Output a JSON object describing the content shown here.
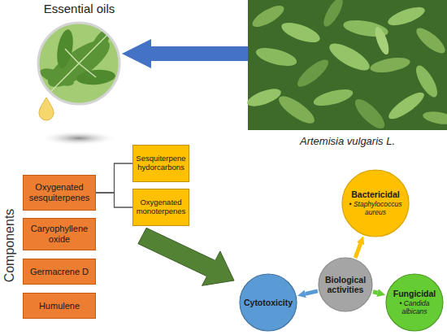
{
  "diagram": {
    "nodes": [
      {
        "text": [
          "Essential oils"
        ]
      },
      {
        "text": [
          "Artemisia vulgaris L."
        ]
      },
      {
        "text": [
          "Oxygenated sesquiterpenes"
        ]
      },
      {
        "text": [
          "Sesquiterpene hydorcarbons"
        ]
      },
      {
        "text": [
          "Oxygenated monoterpenes"
        ]
      },
      {
        "text": [
          "Caryophyllene oxide"
        ]
      },
      {
        "text": [
          "Germacrene D"
        ]
      },
      {
        "text": [
          "Humulene"
        ]
      },
      {
        "text": [
          "Bactericidal",
          "• Staphylococcus aureus"
        ]
      },
      {
        "text": [
          "Biological activities"
        ]
      },
      {
        "text": [
          "Cytotoxicity"
        ]
      },
      {
        "text": [
          "Fungicidal",
          "• Candida albicans"
        ]
      }
    ],
    "edges": [
      {
        "from": 1,
        "to": 0,
        "arrow": "to"
      },
      {
        "from": 2,
        "to": 3,
        "arrow": "none"
      },
      {
        "from": 2,
        "to": 4,
        "arrow": "none"
      },
      {
        "from": 9,
        "to": 8,
        "arrow": "to"
      },
      {
        "from": 9,
        "to": 11,
        "arrow": "to"
      },
      {
        "from": 9,
        "to": 10,
        "arrow": "to"
      }
    ],
    "labels": [
      "Components"
    ]
  }
}
